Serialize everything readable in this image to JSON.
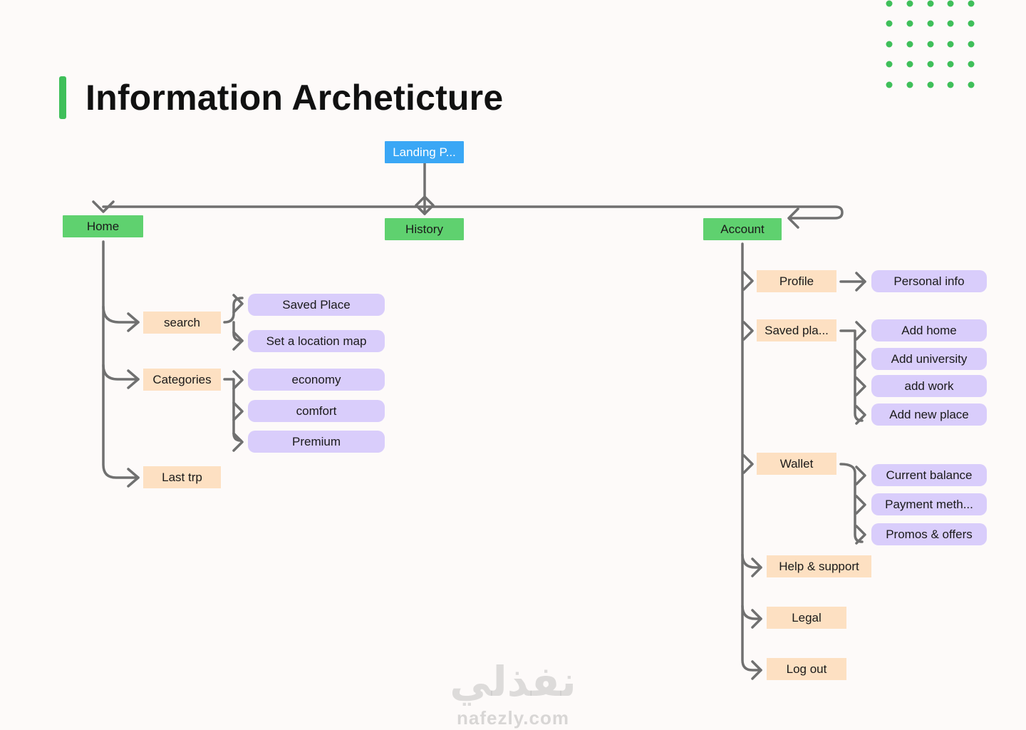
{
  "title": "Information Archetic­ture",
  "nodes": {
    "landing": "Landing P...",
    "home": "Home",
    "history": "History",
    "account": "Account",
    "search": "search",
    "saved_place": "Saved Place",
    "set_location_map": "Set a location map",
    "categories": "Categories",
    "economy": "economy",
    "comfort": "comfort",
    "premium": "Premium",
    "last_trp": "Last trp",
    "profile": "Profile",
    "personal_info": "Personal info",
    "saved_pla": "Saved pla...",
    "add_home": "Add home",
    "add_university": "Add university",
    "add_work": "add work",
    "add_new_place": "Add new place",
    "wallet": "Wallet",
    "current_balance": "Current balance",
    "payment_meth": "Payment meth...",
    "promos_offers": "Promos & offers",
    "help_support": "Help & support",
    "legal": "Legal",
    "log_out": "Log out"
  },
  "watermark": {
    "arabic": "نفذلي",
    "latin": "nafezly.com"
  },
  "colors": {
    "accent_green": "#3fbf5a",
    "node_green": "#5fd16f",
    "node_blue": "#3aa7f5",
    "node_peach": "#fde0c2",
    "node_lavender": "#d9cdfb",
    "connector_gray": "#707070"
  }
}
